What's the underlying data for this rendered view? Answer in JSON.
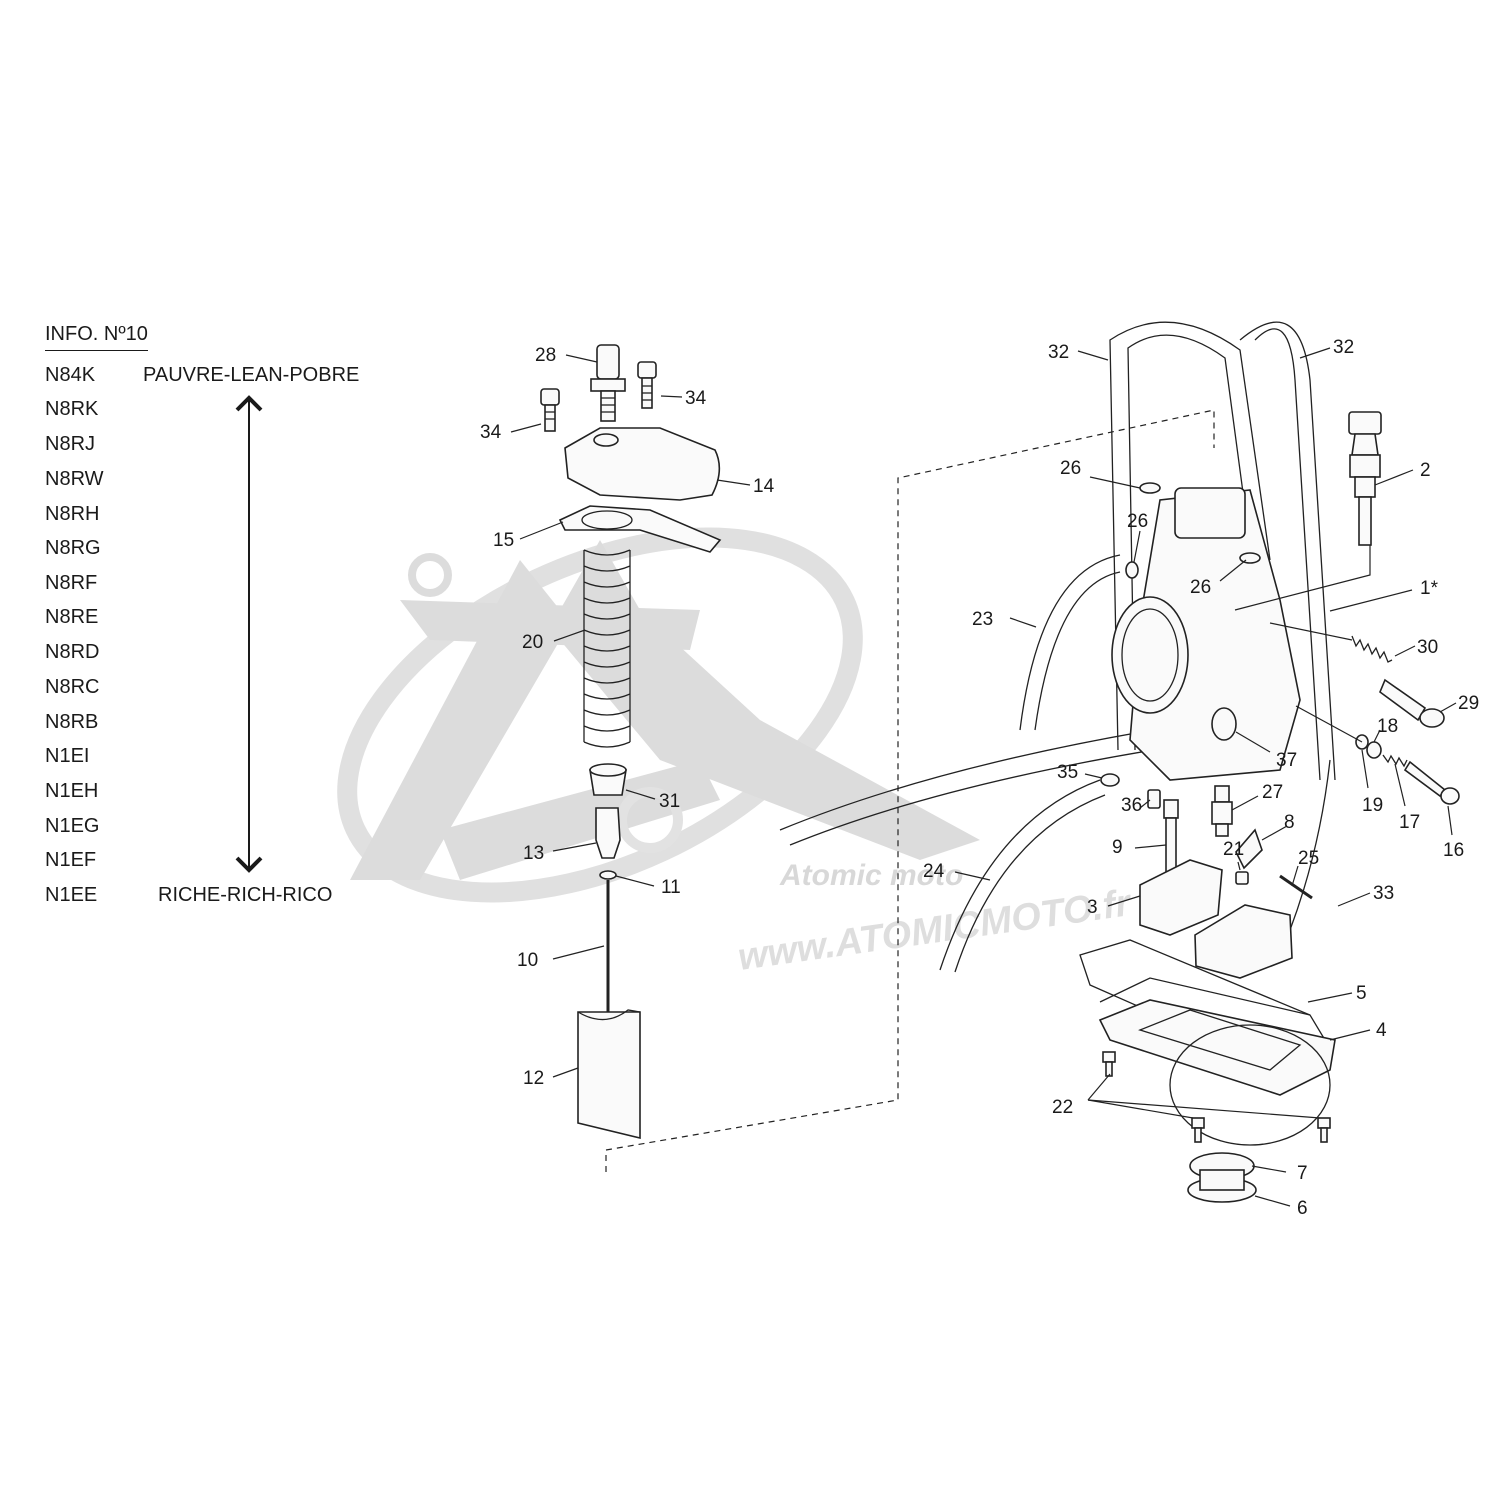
{
  "info": {
    "title": "INFO. Nº10",
    "lean_label": "PAUVRE-LEAN-POBRE",
    "rich_label": "RICHE-RICH-RICO",
    "needles": [
      "N84K",
      "N8RK",
      "N8RJ",
      "N8RW",
      "N8RH",
      "N8RG",
      "N8RF",
      "N8RE",
      "N8RD",
      "N8RC",
      "N8RB",
      "N1EI",
      "N1EH",
      "N1EG",
      "N1EF",
      "N1EE"
    ]
  },
  "watermark": {
    "logo_text": "Atomic moto",
    "url": "www.ATOMICMOTO.fr"
  },
  "callouts": {
    "c28": "28",
    "c34a": "34",
    "c34b": "34",
    "c14": "14",
    "c15": "15",
    "c20": "20",
    "c31": "31",
    "c13": "13",
    "c11": "11",
    "c10": "10",
    "c12": "12",
    "c32a": "32",
    "c32b": "32",
    "c2": "2",
    "c26a": "26",
    "c26b": "26",
    "c26c": "26",
    "c1": "1*",
    "c23": "23",
    "c30": "30",
    "c29": "29",
    "c18": "18",
    "c37": "37",
    "c19": "19",
    "c17": "17",
    "c16": "16",
    "c35": "35",
    "c36": "36",
    "c27": "27",
    "c8": "8",
    "c9": "9",
    "c21": "21",
    "c25": "25",
    "c24": "24",
    "c3": "3",
    "c33": "33",
    "c5": "5",
    "c4": "4",
    "c22": "22",
    "c7": "7",
    "c6": "6"
  }
}
